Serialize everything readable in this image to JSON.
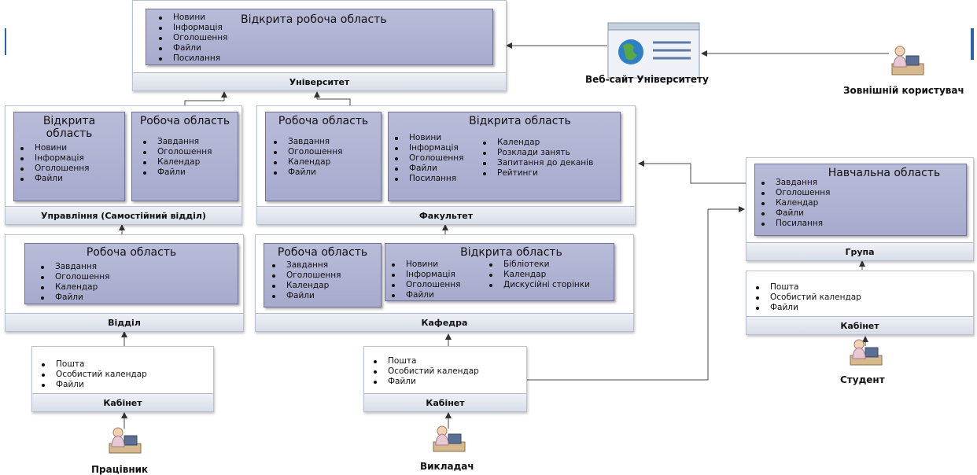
{
  "university": {
    "footer": "Університет",
    "open_area": {
      "title": "Відкрита робоча область",
      "items": [
        "Новини",
        "Інформація",
        "Оголошення",
        "Файли",
        "Посилання"
      ]
    }
  },
  "website": {
    "label": "Веб-сайт Університету"
  },
  "external_user": {
    "label": "Зовнішній користувач"
  },
  "management": {
    "footer": "Управління (Самостійний відділ)",
    "open_area": {
      "title": "Відкрита область",
      "items": [
        "Новини",
        "Інформація",
        "Оголошення",
        "Файли"
      ]
    },
    "work_area": {
      "title": "Робоча область",
      "items": [
        "Завдання",
        "Оголошення",
        "Календар",
        "Файли"
      ]
    }
  },
  "faculty": {
    "footer": "Факультет",
    "work_area": {
      "title": "Робоча область",
      "items": [
        "Завдання",
        "Оголошення",
        "Календар",
        "Файли"
      ]
    },
    "open_area": {
      "title": "Відкрита область",
      "items_col1": [
        "Новини",
        "Інформація",
        "Оголошення",
        "Файли",
        "Посилання"
      ],
      "items_col2": [
        "Календар",
        "Розклади занять",
        "Запитання до деканів",
        "Рейтинги"
      ]
    }
  },
  "group": {
    "footer": "Група",
    "study_area": {
      "title": "Навчальна область",
      "items": [
        "Завдання",
        "Оголошення",
        "Календар",
        "Файли",
        "Посилання"
      ]
    }
  },
  "department": {
    "footer": "Відділ",
    "work_area": {
      "title": "Робоча область",
      "items": [
        "Завдання",
        "Оголошення",
        "Календар",
        "Файли"
      ]
    }
  },
  "chair": {
    "footer": "Кафедра",
    "work_area": {
      "title": "Робоча область",
      "items": [
        "Завдання",
        "Оголошення",
        "Календар",
        "Файли"
      ]
    },
    "open_area": {
      "title": "Відкрита область",
      "items_col1": [
        "Новини",
        "Інформація",
        "Оголошення",
        "Файли"
      ],
      "items_col2": [
        "Бібліотеки",
        "Календар",
        "Дискусійні сторінки"
      ]
    }
  },
  "cabinet_worker": {
    "footer": "Кабінет",
    "items": [
      "Пошта",
      "Особистий календар",
      "Файли"
    ]
  },
  "cabinet_teacher": {
    "footer": "Кабінет",
    "items": [
      "Пошта",
      "Особистий календар",
      "Файли"
    ]
  },
  "cabinet_student": {
    "footer": "Кабінет",
    "items": [
      "Пошта",
      "Особистий календар",
      "Файли"
    ]
  },
  "actors": {
    "worker": "Працівник",
    "teacher": "Викладач",
    "student": "Студент"
  },
  "colors": {
    "area_fill": "#a9acd0",
    "footer_fill": "#dde2eb",
    "accent_bar": "#2f63a8",
    "line": "#444444"
  },
  "icons": {
    "user": "user-at-computer-icon",
    "website": "browser-globe-icon"
  }
}
